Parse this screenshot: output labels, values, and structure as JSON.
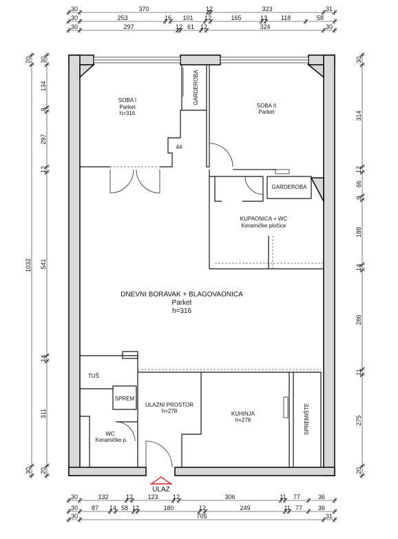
{
  "rooms": {
    "soba1": {
      "name": "SOBA I",
      "floor": "Parket",
      "height": "h=316"
    },
    "soba2": {
      "name": "SOBA II",
      "floor": "Parket"
    },
    "garderoba1": {
      "name": "GARDEROBA"
    },
    "garderoba2": {
      "name": "GARDEROBA"
    },
    "kupaonica": {
      "name": "KUPAONICA + WC",
      "floor": "Keramičke pločice"
    },
    "dnevni": {
      "name": "DNEVNI BORAVAK + BLAGOVAONICA",
      "floor": "Parket",
      "height": "h=316"
    },
    "tus": {
      "name": "TUŠ"
    },
    "sprem": {
      "name": "SPREM"
    },
    "wc": {
      "name": "WC",
      "floor": "Keramičke p."
    },
    "ulazni": {
      "name": "ULAZNI PROSTOR",
      "height": "h=278"
    },
    "kuhinja": {
      "name": "KUHINJA",
      "height": "h=278"
    },
    "spremiste": {
      "name": "SPREMIŠTE"
    }
  },
  "entrance_label": "ULAZ",
  "stair_width_label": "44",
  "dimensions": {
    "top_row1": [
      "30",
      "370",
      "12",
      "323",
      "31"
    ],
    "top_row2": [
      "30",
      "253",
      "16",
      "101",
      "12",
      "165",
      "13",
      "118",
      "58"
    ],
    "top_row3": [
      "30",
      "297",
      "12",
      "61",
      "12",
      "324",
      "30"
    ],
    "bottom_row1": [
      "30",
      "132",
      "12",
      "123",
      "12",
      "306",
      "11",
      "77",
      "36"
    ],
    "bottom_row2": [
      "30",
      "87",
      "14",
      "58",
      "12",
      "180",
      "12",
      "249",
      "11",
      "77",
      "36"
    ],
    "bottom_row3": [
      "30",
      "705",
      "31"
    ],
    "left_outer": [
      "20",
      "1032",
      "30"
    ],
    "left_inner": [
      "30",
      "134",
      "9",
      "297",
      "12",
      "541",
      "14",
      "311",
      "20"
    ],
    "right": [
      "30",
      "314",
      "12",
      "66",
      "9",
      "188",
      "14",
      "286",
      "11",
      "275",
      "20"
    ]
  }
}
